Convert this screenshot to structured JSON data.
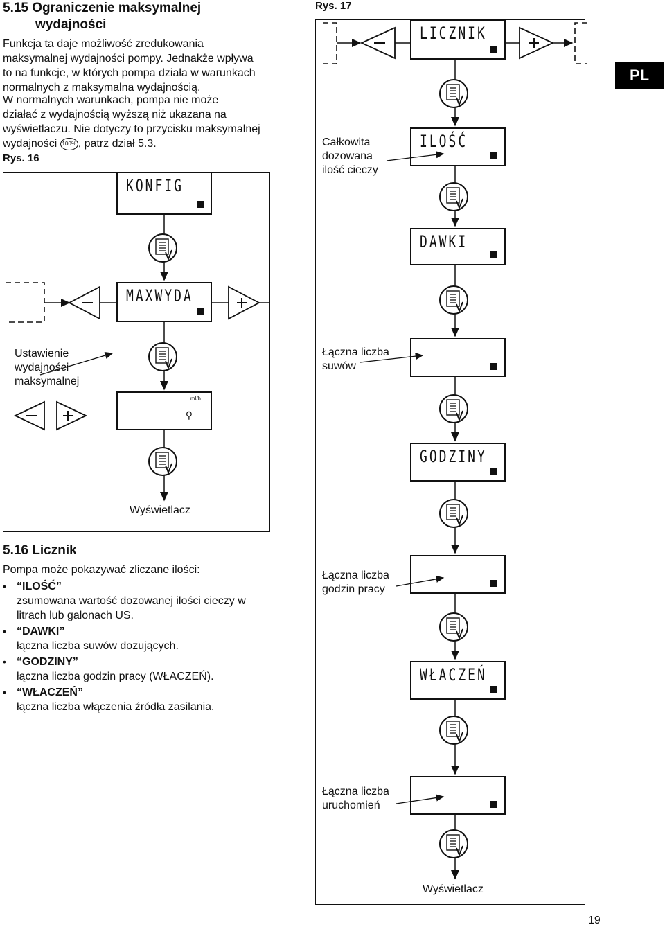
{
  "left": {
    "heading_num": "5.15",
    "heading_line1": "Ograniczenie maksymalnej",
    "heading_line2": "wydajności",
    "para1": [
      "Funkcja ta daje możliwość zredukowania",
      "maksymalnej wydajności pompy. Jednakże wpływa",
      "to na funkcje, w których pompa działa w warunkach",
      "normalnych z maksymalna wydajnością."
    ],
    "para2": [
      "W normalnych warunkach, pompa nie może",
      "działać z wydajnością wyższą niż ukazana na",
      "wyświetlaczu. Nie dotyczy to przycisku maksymalnej"
    ],
    "para2_last_a": "wydajności",
    "para2_last_b": ", patrz dział 5.3.",
    "badge_100": "100%",
    "fig_label": "Rys. 16",
    "lcd_konfig": "KONFIG",
    "lcd_maxwyda": "MAXWYDA",
    "note_max": [
      "Ustawienie",
      "wydajności",
      "maksymalnej"
    ],
    "unit_mlh": "ml/h",
    "display_label": "Wyświetlacz"
  },
  "section516": {
    "heading": "5.16 Licznik",
    "intro": "Pompa może pokazywać zliczane ilości:",
    "items": [
      {
        "title": "“ILOŚĆ”",
        "desc1": "zsumowana wartość dozowanej ilości cieczy w",
        "desc2": "litrach lub galonach US."
      },
      {
        "title": "“DAWKI”",
        "desc1": "łączna liczba suwów dozujących.",
        "desc2": ""
      },
      {
        "title": "“GODZINY”",
        "desc1": "łączna liczba godzin pracy (WŁACZEŃ).",
        "desc2": ""
      },
      {
        "title": "“WŁACZEŃ”",
        "desc1": "łączna liczba włączenia źródła zasilania.",
        "desc2": ""
      }
    ]
  },
  "right": {
    "fig_label": "Rys. 17",
    "lcd_licznik": "LICZNIK",
    "note_ilosc": [
      "Całkowita",
      "dozowana",
      "ilość cieczy"
    ],
    "lcd_ilosc": "ILOŚĆ",
    "lcd_dawki": "DAWKI",
    "note_suwow": [
      "Łączna liczba",
      "suwów"
    ],
    "lcd_godziny": "GODZINY",
    "note_godzin": [
      "Łączna liczba",
      "godzin pracy"
    ],
    "lcd_wlaczen": "WŁACZEŃ",
    "note_uruch": [
      "Łączna liczba",
      "uruchomień"
    ],
    "display_label": "Wyświetlacz"
  },
  "lang_tag": "PL",
  "page_number": "19"
}
